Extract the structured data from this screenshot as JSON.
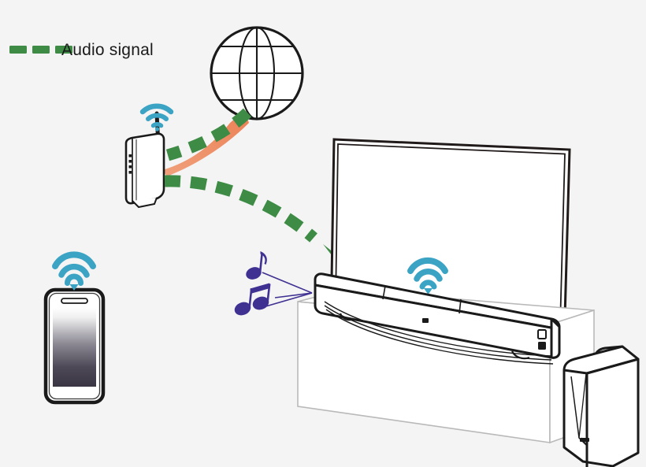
{
  "diagram": {
    "title": "Wireless audio streaming setup diagram",
    "background_color": "#f4f4f4"
  },
  "legend": {
    "label": "Audio signal",
    "swatch_color": "#3d8b45",
    "swatch_count": 3,
    "icon_name": "dashed-line-swatch"
  },
  "colors": {
    "audio_signal_green": "#3d8b45",
    "internet_orange": "#ee8b5f",
    "wifi_teal": "#3ba3c4",
    "music_note_purple": "#3f3192",
    "outline_black": "#1a1a1a",
    "cabinet_gray": "#b9b9b9",
    "screen_white": "#ffffff"
  },
  "nodes": {
    "globe": {
      "name": "Internet globe",
      "icon_name": "globe-icon",
      "grid_latitudes": 3,
      "grid_meridians": 2
    },
    "router": {
      "name": "Wireless router",
      "icon_name": "router-icon",
      "led_count": 4,
      "wifi_icon": "wifi-icon",
      "wifi_arcs": 3
    },
    "phone": {
      "name": "Smartphone",
      "icon_name": "smartphone-icon",
      "wifi_icon": "wifi-icon",
      "wifi_arcs": 3
    },
    "tv": {
      "name": "Television",
      "icon_name": "tv-icon"
    },
    "soundbar": {
      "name": "Sound bar",
      "icon_name": "soundbar-icon",
      "wifi_icon": "wifi-icon",
      "wifi_arcs": 3,
      "button_count": 2
    },
    "subwoofer": {
      "name": "Subwoofer",
      "icon_name": "subwoofer-icon"
    },
    "cabinet": {
      "name": "TV cabinet",
      "icon_name": "cabinet-icon"
    },
    "music_notes": {
      "name": "Music notes",
      "icon_name": "music-note-icon",
      "note_count": 2,
      "ray_count": 3
    }
  },
  "connections": [
    {
      "name": "internet-to-router",
      "from": "router",
      "to": "globe",
      "style": "solid-taper",
      "color": "#ee8b5f"
    },
    {
      "name": "internet-audio-to-soundbar",
      "from": "globe",
      "to": "soundbar",
      "style": "dashed",
      "color": "#3d8b45"
    },
    {
      "name": "router-audio-to-soundbar",
      "from": "router",
      "to": "soundbar",
      "style": "dashed-arrow",
      "color": "#3d8b45"
    },
    {
      "name": "soundbar-sound-output",
      "from": "soundbar",
      "to": "music_notes",
      "style": "rays",
      "color": "#3f3192"
    }
  ]
}
